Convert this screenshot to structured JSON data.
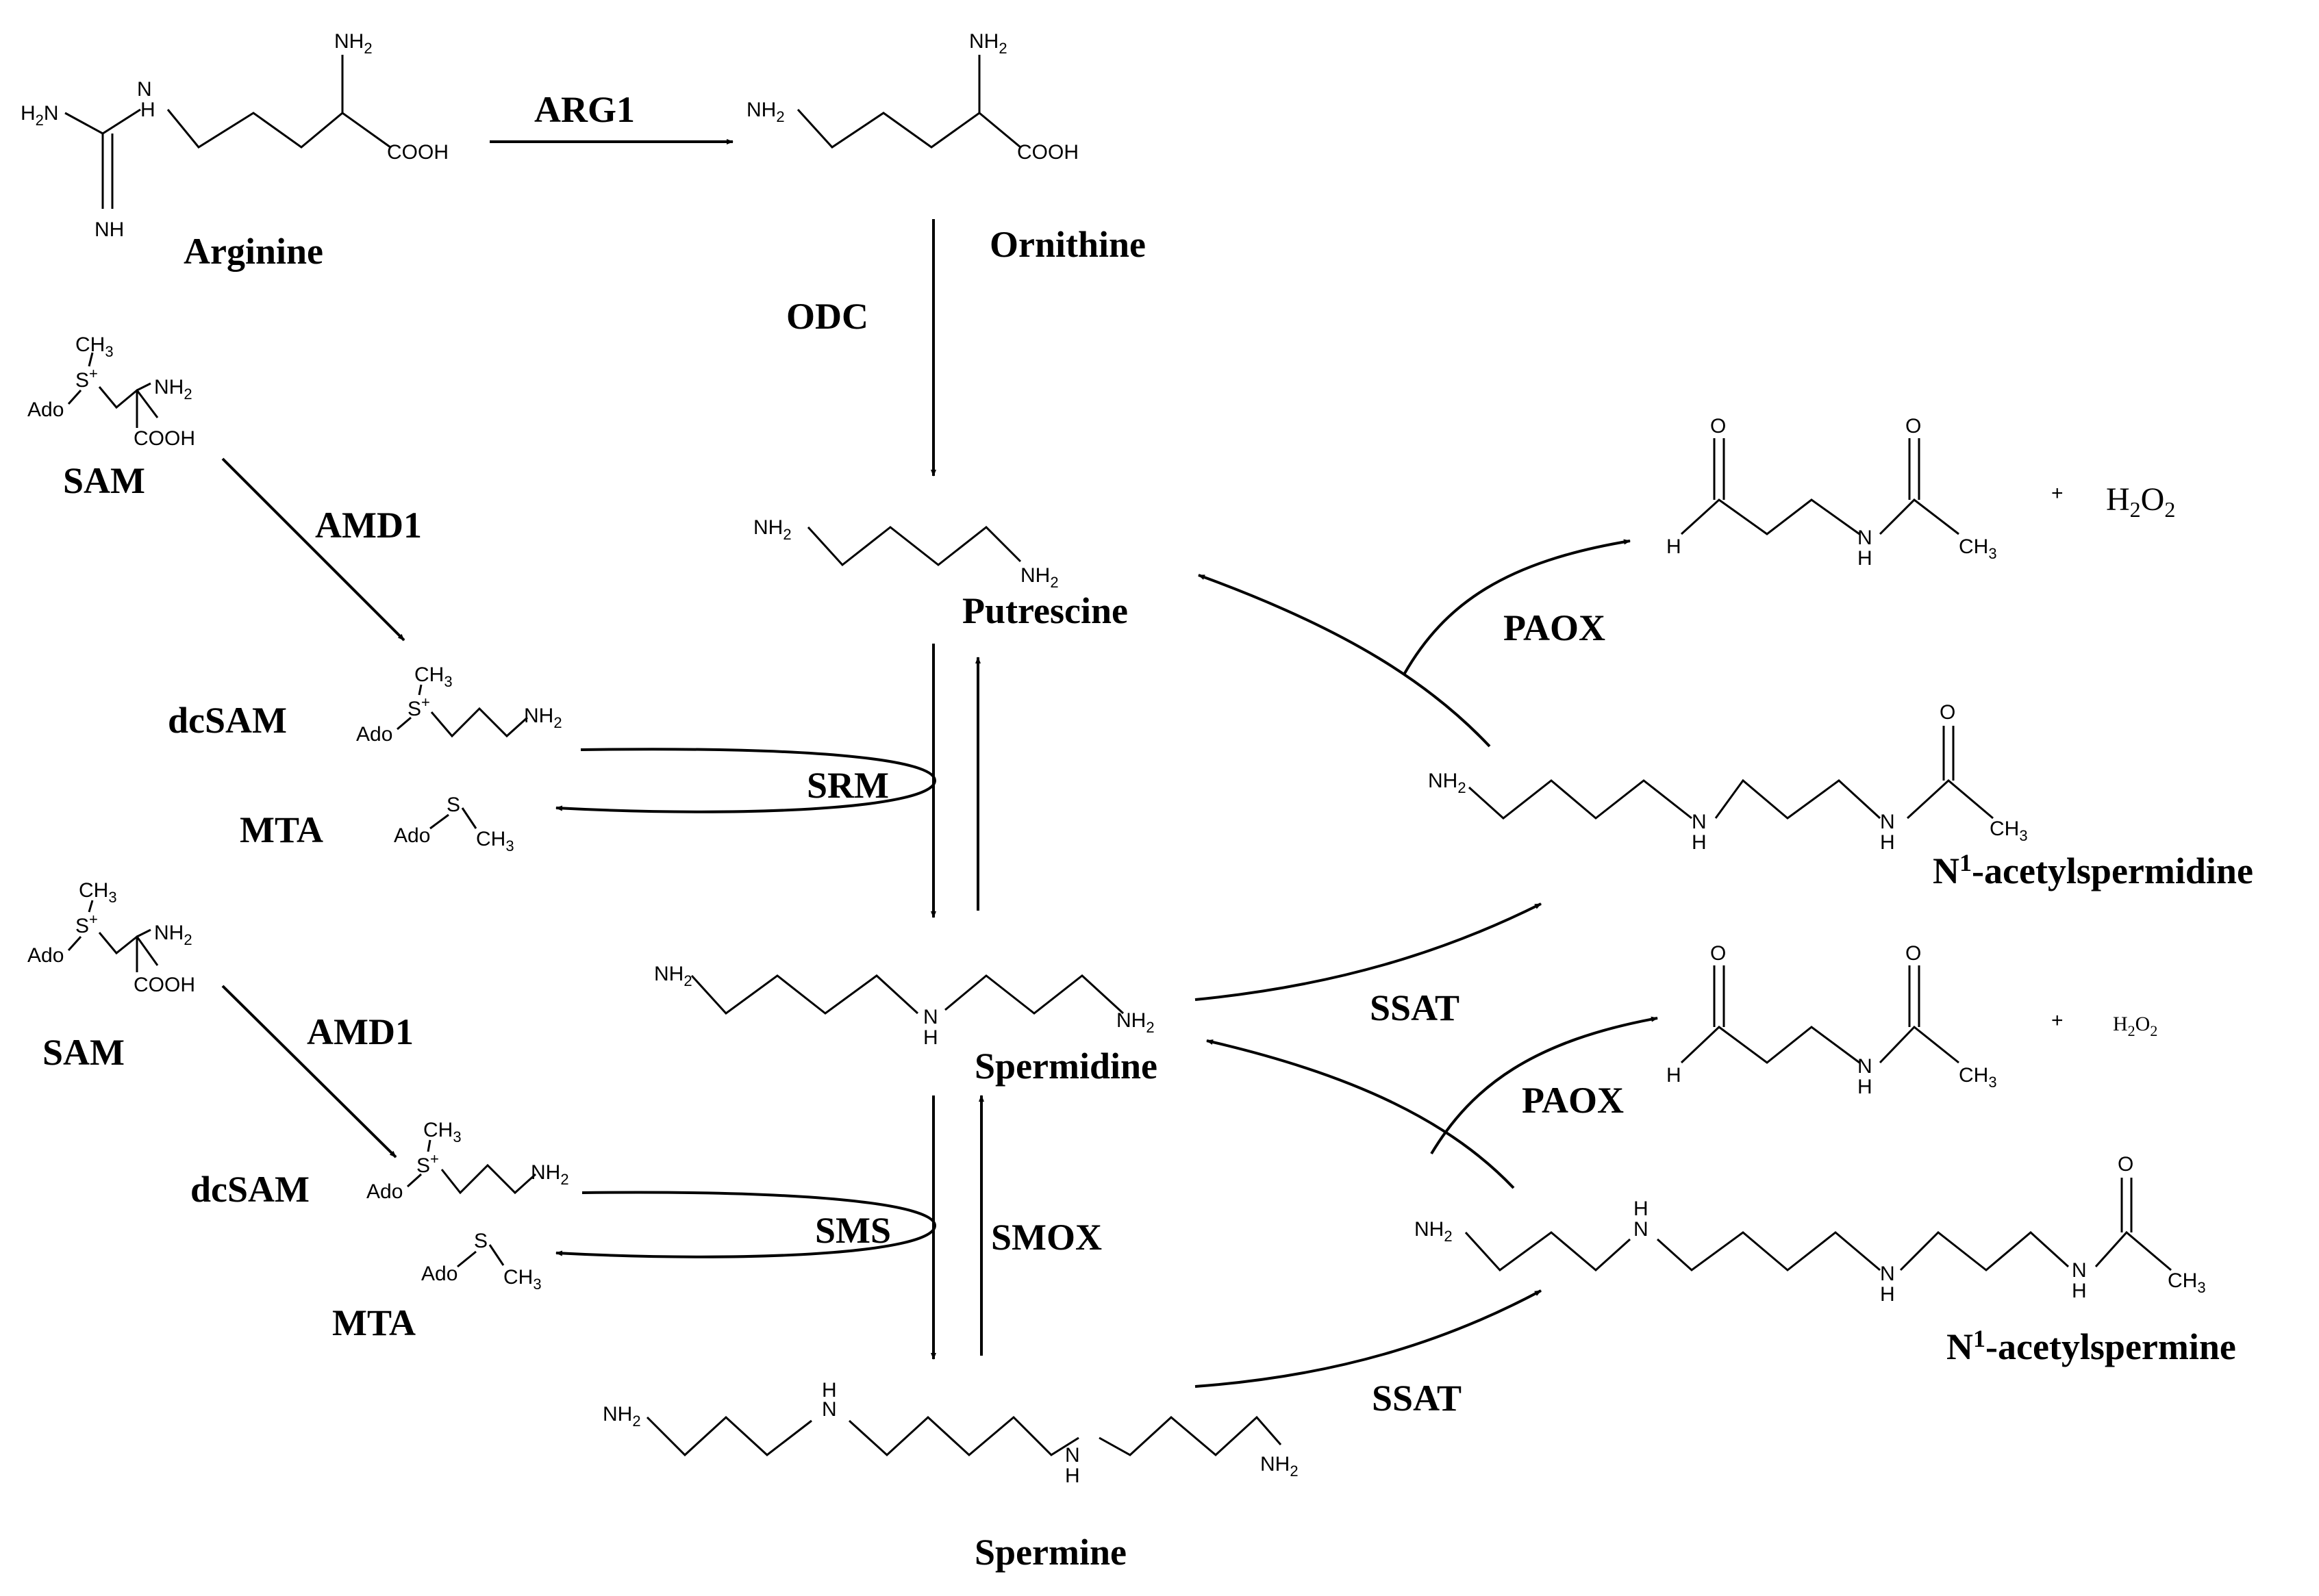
{
  "compounds": {
    "arginine": "Arginine",
    "ornithine": "Ornithine",
    "putrescine": "Putrescine",
    "spermidine": "Spermidine",
    "spermine": "Spermine",
    "sam_1": "SAM",
    "sam_2": "SAM",
    "dcsam_1": "dcSAM",
    "dcsam_2": "dcSAM",
    "mta_1": "MTA",
    "mta_2": "MTA",
    "acetylspermidine": "N1-acetylspermidine",
    "acetylspermine": "N1-acetylspermine",
    "acetyl_prefix": "N",
    "acetyl_sup": "1",
    "acetylspermidine_rest": "-acetylspermidine",
    "acetylspermine_rest": "-acetylspermine"
  },
  "enzymes": {
    "arg1": "ARG1",
    "odc": "ODC",
    "amd1_1": "AMD1",
    "amd1_2": "AMD1",
    "srm": "SRM",
    "sms": "SMS",
    "smox": "SMOX",
    "paox_1": "PAOX",
    "paox_2": "PAOX",
    "ssat_1": "SSAT",
    "ssat_2": "SSAT"
  },
  "byproduct": {
    "plus": "+",
    "h2o2": "H2O2"
  },
  "atom_labels": {
    "nh2": "NH",
    "nh": "NH",
    "n": "N",
    "h": "H",
    "cooh": "COOH",
    "ch3": "CH",
    "ado": "Ado",
    "s": "S",
    "o": "O",
    "sub2": "2",
    "sub3": "3",
    "plus_charge": "+"
  }
}
